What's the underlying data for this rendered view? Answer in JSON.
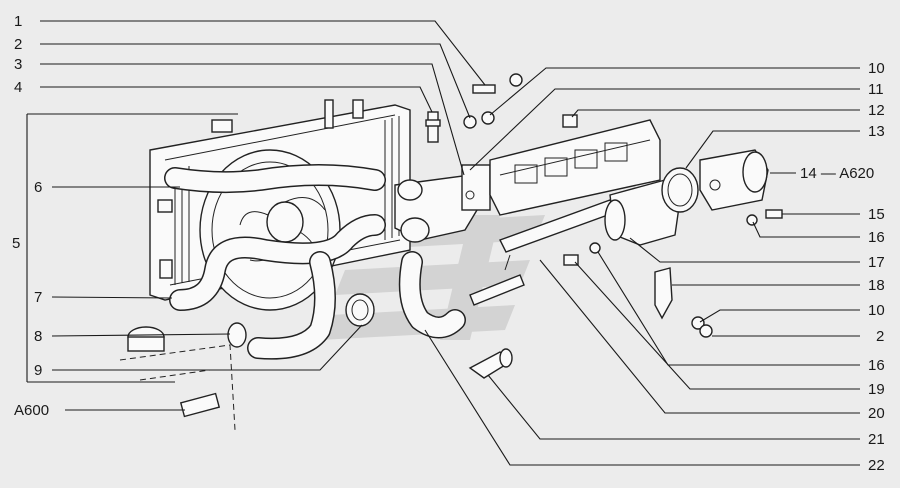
{
  "diagram": {
    "labels_left": [
      "1",
      "2",
      "3",
      "4",
      "5",
      "6",
      "7",
      "8",
      "9",
      "A600"
    ],
    "labels_right": [
      "10",
      "11",
      "12",
      "13",
      "14 — A620",
      "15",
      "16",
      "17",
      "18",
      "10",
      "2",
      "16",
      "19",
      "20",
      "21",
      "22"
    ]
  },
  "colors": {
    "background": "#ececec",
    "ink": "#1a1a1a",
    "part_fill": "#fafafa",
    "watermark": "#c8c8c8"
  },
  "icons": [
    "radiator",
    "fan-shroud",
    "upper-hose",
    "lower-hose",
    "thermostat-housing",
    "water-pump",
    "coolant-pipe",
    "hose-clamp",
    "temperature-sensor",
    "expansion-tank-cap",
    "bolt",
    "nut",
    "washer",
    "bracket"
  ]
}
